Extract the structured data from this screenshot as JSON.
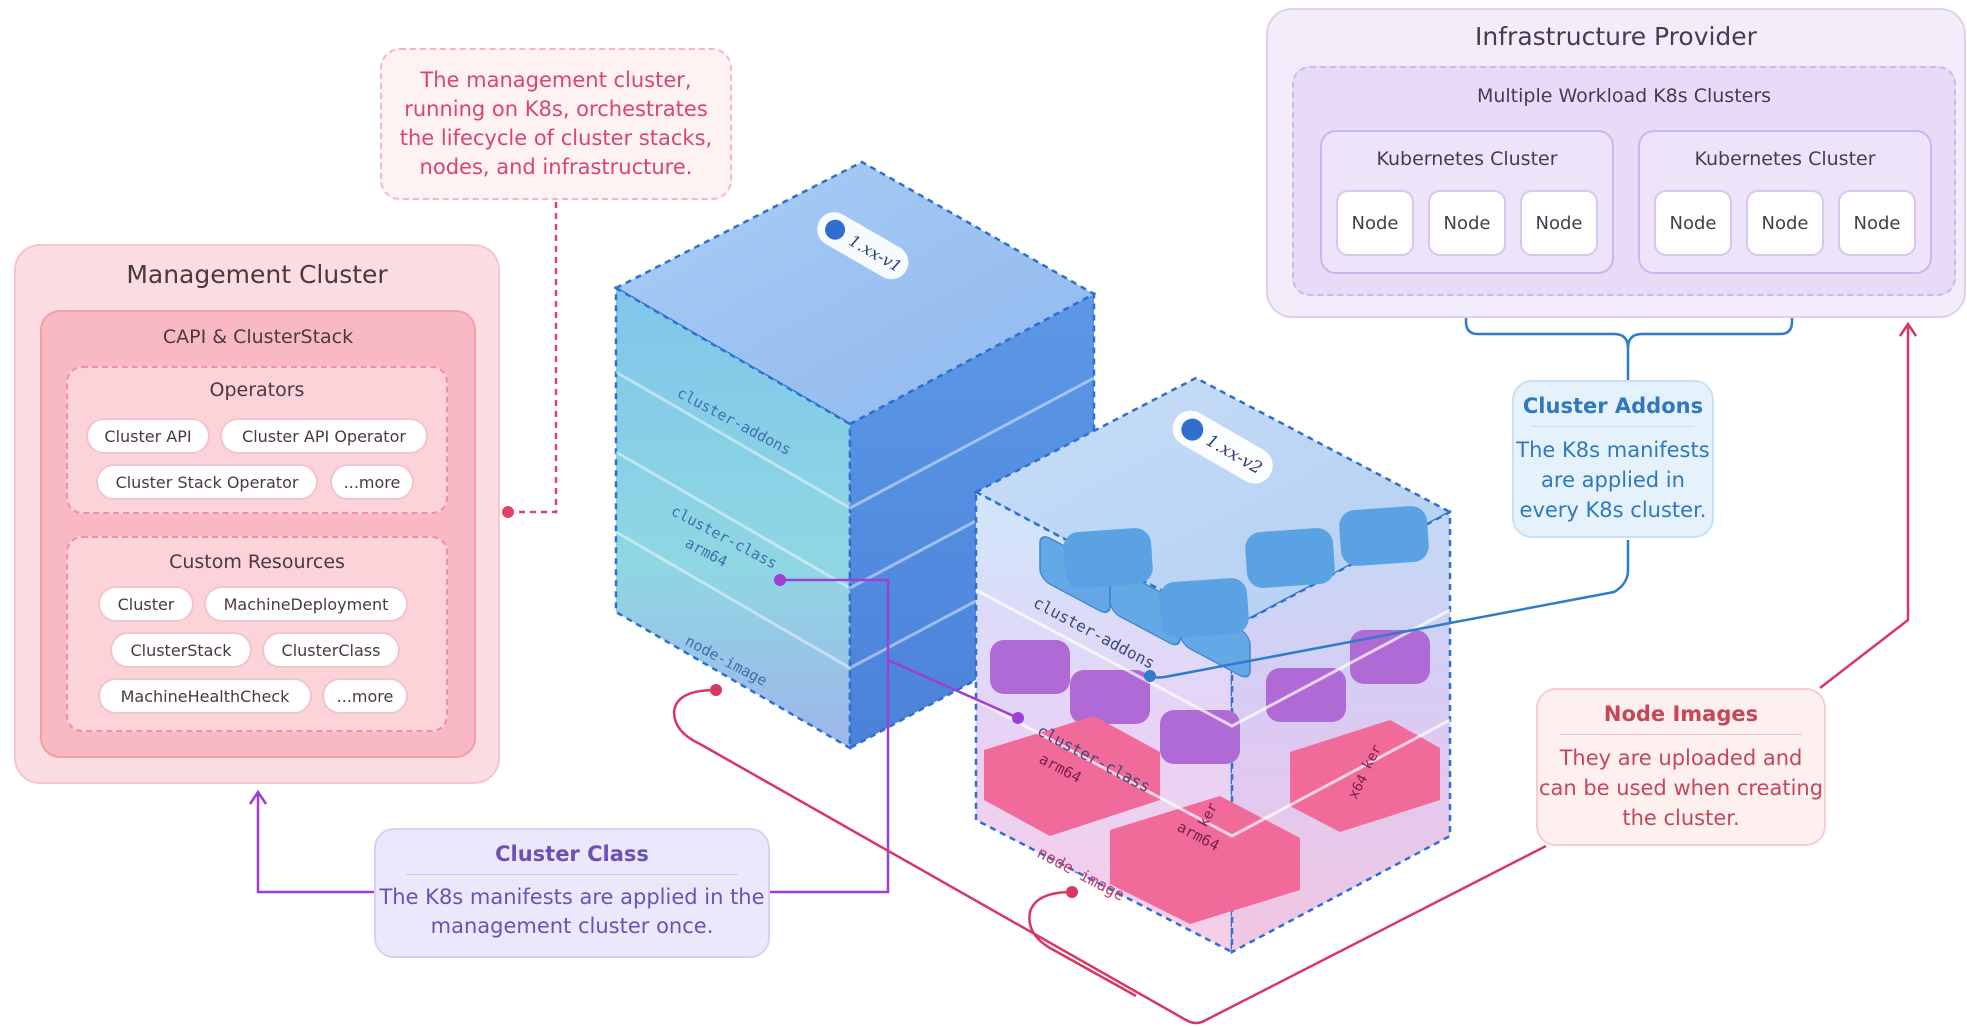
{
  "management_callout": {
    "text": "The management cluster, running on K8s, orchestrates the lifecycle of cluster stacks, nodes, and infrastructure."
  },
  "management_cluster": {
    "title": "Management Cluster",
    "capi": {
      "title": "CAPI & ClusterStack",
      "operators": {
        "title": "Operators",
        "items": [
          "Cluster API",
          "Cluster API Operator",
          "Cluster Stack Operator",
          "...more"
        ]
      },
      "custom_resources": {
        "title": "Custom Resources",
        "items": [
          "Cluster",
          "MachineDeployment",
          "ClusterStack",
          "ClusterClass",
          "MachineHealthCheck",
          "...more"
        ]
      }
    }
  },
  "infrastructure_provider": {
    "title": "Infrastructure Provider",
    "workload": {
      "title": "Multiple Workload K8s Clusters",
      "clusters": [
        {
          "title": "Kubernetes Cluster",
          "nodes": [
            "Node",
            "Node",
            "Node"
          ]
        },
        {
          "title": "Kubernetes Cluster",
          "nodes": [
            "Node",
            "Node",
            "Node"
          ]
        }
      ]
    }
  },
  "cluster_addons_callout": {
    "title": "Cluster Addons",
    "text": "The K8s manifests are applied in every K8s cluster."
  },
  "node_images_callout": {
    "title": "Node Images",
    "text": "They are uploaded and can be used when creating the cluster."
  },
  "cluster_class_callout": {
    "title": "Cluster Class",
    "text": "The K8s manifests are applied in the management cluster once."
  },
  "cubes": {
    "v1": {
      "version": "1.xx-v1",
      "layers": [
        "cluster-addons",
        "cluster-class",
        "arm64",
        "node-image"
      ]
    },
    "v2": {
      "version": "1.xx-v2",
      "layers": [
        "cluster-addons",
        "cluster-class",
        "arm64",
        "arm64",
        "ker",
        "ker",
        "x64",
        "node-image"
      ]
    }
  },
  "colors": {
    "pink": "#e0426b",
    "purple": "#9b3fd6",
    "blue": "#2e7ccb",
    "management_bg": "#fcdde1",
    "infra_bg": "#f3ecfb"
  }
}
